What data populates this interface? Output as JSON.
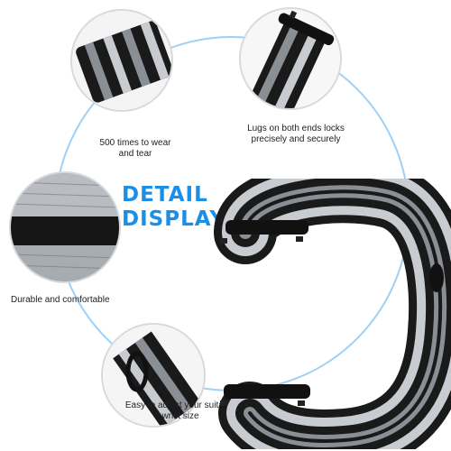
{
  "headline": {
    "line1": "DETAIL",
    "line2": "DISPLAY"
  },
  "callouts": {
    "wear": {
      "line1": "500 times to wear",
      "line2": "and tear"
    },
    "lugs": {
      "line1": "Lugs on both ends locks",
      "line2": "precisely and securely"
    },
    "durable": {
      "line1": "Durable and comfortable"
    },
    "adjust": {
      "line1": "Easy to adjust your suitable",
      "line2": "wrist size"
    }
  },
  "colors": {
    "accent_blue": "#1a8fe8",
    "ring_blue": "#9fd0f5",
    "strap_black": "#1a1a1a",
    "strap_gray": "#8a8f96",
    "strap_light": "#c8ccd1"
  },
  "icons": [
    "detail-circle",
    "watch-band-illustration"
  ]
}
